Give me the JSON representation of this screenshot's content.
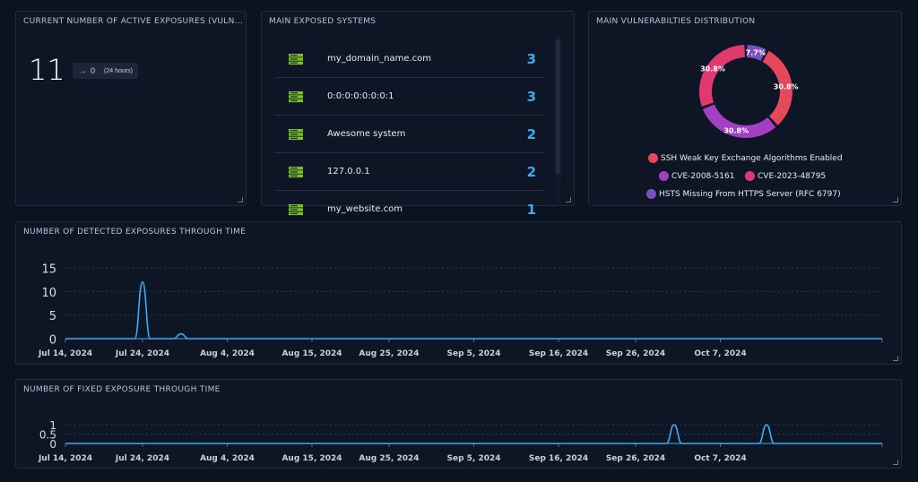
{
  "active_exposures": {
    "title": "CURRENT NUMBER OF ACTIVE EXPOSURES (VULN...",
    "count": "11",
    "trend_value": "0",
    "trend_period": "(24 hours)"
  },
  "exposed_systems": {
    "title": "MAIN EXPOSED SYSTEMS",
    "items": [
      {
        "name": "my_domain_name.com",
        "count": "3"
      },
      {
        "name": "0:0:0:0:0:0:0:1",
        "count": "3"
      },
      {
        "name": "Awesome system",
        "count": "2"
      },
      {
        "name": "127.0.0.1",
        "count": "2"
      },
      {
        "name": "my_website.com",
        "count": "1"
      }
    ]
  },
  "vuln_distribution": {
    "title": "MAIN VULNERABILTIES DISTRIBUTION",
    "chart_data": {
      "type": "pie",
      "slices": [
        {
          "label": "SSH Weak Key Exchange Algorithms Enabled",
          "value": 30.8,
          "display": "30.8%",
          "color": "#e5485a"
        },
        {
          "label": "CVE-2008-5161",
          "value": 30.8,
          "display": "30.8%",
          "color": "#a33fc4"
        },
        {
          "label": "CVE-2023-48795",
          "value": 30.8,
          "display": "30.8%",
          "color": "#e0396f"
        },
        {
          "label": "HSTS Missing From HTTPS Server (RFC 6797)",
          "value": 7.7,
          "display": "7.7%",
          "color": "#7b4fc4"
        }
      ]
    }
  },
  "detected_chart": {
    "title": "NUMBER OF DETECTED EXPOSURES THROUGH TIME",
    "chart_data": {
      "type": "line",
      "x_ticks": [
        "Jul 14, 2024",
        "Jul 24, 2024",
        "Aug 4, 2024",
        "Aug 15, 2024",
        "Aug 25, 2024",
        "Sep 5, 2024",
        "Sep 16, 2024",
        "Sep 26, 2024",
        "Oct 7, 2024"
      ],
      "y_ticks": [
        "15",
        "10",
        "5",
        "0"
      ],
      "ylim": [
        0,
        15
      ],
      "x_range": [
        "2024-07-14",
        "2024-10-28"
      ],
      "grid": true,
      "series": [
        {
          "points": [
            [
              "2024-07-14",
              0
            ],
            [
              "2024-07-23",
              0
            ],
            [
              "2024-07-24",
              12
            ],
            [
              "2024-07-25",
              0
            ],
            [
              "2024-07-28",
              0
            ],
            [
              "2024-07-29",
              1
            ],
            [
              "2024-07-30",
              0
            ],
            [
              "2024-10-28",
              0
            ]
          ],
          "color": "#3fa9f5"
        }
      ]
    }
  },
  "fixed_chart": {
    "title": "NUMBER OF FIXED EXPOSURE THROUGH TIME",
    "chart_data": {
      "type": "line",
      "x_ticks": [
        "Jul 14, 2024",
        "Jul 24, 2024",
        "Aug 4, 2024",
        "Aug 15, 2024",
        "Aug 25, 2024",
        "Sep 5, 2024",
        "Sep 16, 2024",
        "Sep 26, 2024",
        "Oct 7, 2024"
      ],
      "y_ticks": [
        "1",
        "0.5",
        "0"
      ],
      "ylim": [
        0,
        1
      ],
      "x_range": [
        "2024-07-14",
        "2024-10-28"
      ],
      "grid": true,
      "series": [
        {
          "points": [
            [
              "2024-07-14",
              0
            ],
            [
              "2024-09-30",
              0
            ],
            [
              "2024-10-01",
              1
            ],
            [
              "2024-10-02",
              0
            ],
            [
              "2024-10-12",
              0
            ],
            [
              "2024-10-13",
              1
            ],
            [
              "2024-10-14",
              0
            ],
            [
              "2024-10-28",
              0
            ]
          ],
          "color": "#3fa9f5"
        }
      ]
    }
  }
}
